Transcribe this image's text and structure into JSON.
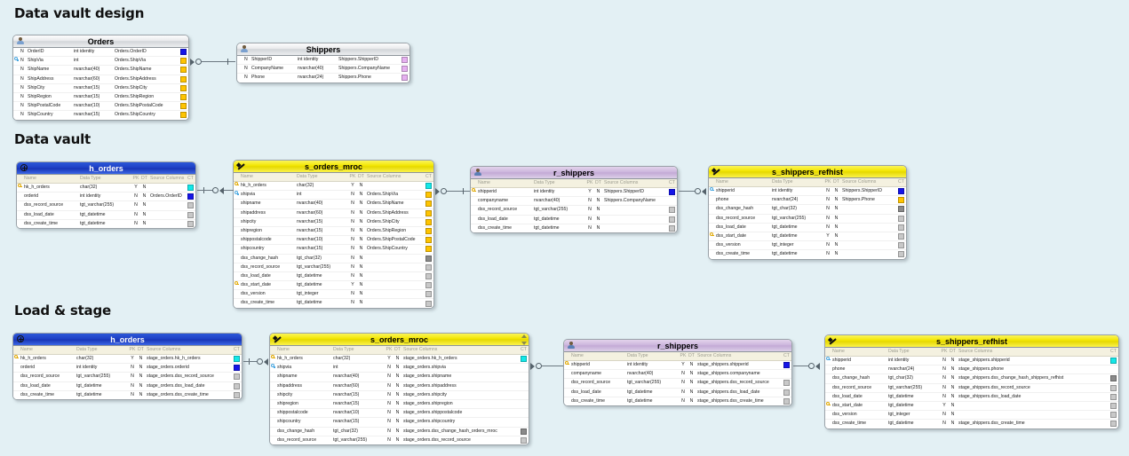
{
  "background_color": "#e3f0f4",
  "sections": [
    {
      "id": "design",
      "title": "Data vault design"
    },
    {
      "id": "vault",
      "title": "Data vault"
    },
    {
      "id": "stage",
      "title": "Load & stage"
    }
  ],
  "column_headers": {
    "name": "Name",
    "data_type": "Data Type",
    "pk": "PK",
    "dt": "DT",
    "source_columns": "Source Columns",
    "ct": "CT"
  },
  "colors": {
    "hub": "#1f3fc4",
    "satellite": "#f2e500",
    "link": "#c3a9d6",
    "source": "#d2d5d9",
    "blue_swatch": "#1414e8",
    "yellow_swatch": "#ffc400",
    "cyan_swatch": "#13e8e8",
    "grey_swatch": "#c8c8c8",
    "violet_swatch": "#e6b0f0"
  },
  "entities": [
    {
      "key": "orders_src",
      "title": "Orders",
      "icon": "source-table-icon",
      "header_style": "grey",
      "show_column_headers": false,
      "rows": [
        {
          "key": "",
          "n": "N",
          "name": "OrderID",
          "type": "int identity",
          "pk": "",
          "dt": "",
          "src": "Orders.OrderID",
          "ct": "blue"
        },
        {
          "key": "blue",
          "n": "N",
          "name": "ShipVia",
          "type": "int",
          "pk": "",
          "dt": "",
          "src": "Orders.ShipVia",
          "ct": "yellow"
        },
        {
          "key": "",
          "n": "N",
          "name": "ShipName",
          "type": "nvarchar(40)",
          "pk": "",
          "dt": "",
          "src": "Orders.ShipName",
          "ct": "yellow"
        },
        {
          "key": "",
          "n": "N",
          "name": "ShipAddress",
          "type": "nvarchar(60)",
          "pk": "",
          "dt": "",
          "src": "Orders.ShipAddress",
          "ct": "yellow"
        },
        {
          "key": "",
          "n": "N",
          "name": "ShipCity",
          "type": "nvarchar(15)",
          "pk": "",
          "dt": "",
          "src": "Orders.ShipCity",
          "ct": "yellow"
        },
        {
          "key": "",
          "n": "N",
          "name": "ShipRegion",
          "type": "nvarchar(15)",
          "pk": "",
          "dt": "",
          "src": "Orders.ShipRegion",
          "ct": "yellow"
        },
        {
          "key": "",
          "n": "N",
          "name": "ShipPostalCode",
          "type": "nvarchar(10)",
          "pk": "",
          "dt": "",
          "src": "Orders.ShipPostalCode",
          "ct": "yellow"
        },
        {
          "key": "",
          "n": "N",
          "name": "ShipCountry",
          "type": "nvarchar(15)",
          "pk": "",
          "dt": "",
          "src": "Orders.ShipCountry",
          "ct": "yellow"
        }
      ]
    },
    {
      "key": "shippers_src",
      "title": "Shippers",
      "icon": "source-table-icon",
      "header_style": "grey",
      "show_column_headers": false,
      "rows": [
        {
          "key": "",
          "n": "N",
          "name": "ShipperID",
          "type": "int identity",
          "pk": "",
          "dt": "",
          "src": "Shippers.ShipperID",
          "ct": "violet"
        },
        {
          "key": "",
          "n": "N",
          "name": "CompanyName",
          "type": "nvarchar(40)",
          "pk": "",
          "dt": "",
          "src": "Shippers.CompanyName",
          "ct": "violet"
        },
        {
          "key": "",
          "n": "N",
          "name": "Phone",
          "type": "nvarchar(24)",
          "pk": "",
          "dt": "",
          "src": "Shippers.Phone",
          "ct": "violet"
        }
      ]
    },
    {
      "key": "h_orders_vault",
      "title": "h_orders",
      "icon": "hub-icon",
      "header_style": "blue",
      "show_column_headers": true,
      "rows": [
        {
          "key": "gold",
          "name": "hk_h_orders",
          "type": "char(32)",
          "pk": "Y",
          "dt": "N",
          "src": "",
          "ct": "cyan"
        },
        {
          "key": "",
          "name": "orderid",
          "type": "int identity",
          "pk": "N",
          "dt": "N",
          "src": "Orders.OrderID",
          "ct": "blue"
        },
        {
          "key": "",
          "name": "dss_record_source",
          "type": "tgt_varchar(255)",
          "pk": "N",
          "dt": "N",
          "src": "",
          "ct": "grey"
        },
        {
          "key": "",
          "name": "dss_load_date",
          "type": "tgt_datetime",
          "pk": "N",
          "dt": "N",
          "src": "",
          "ct": "grey"
        },
        {
          "key": "",
          "name": "dss_create_time",
          "type": "tgt_datetime",
          "pk": "N",
          "dt": "N",
          "src": "",
          "ct": "grey"
        }
      ]
    },
    {
      "key": "s_orders_mroc_vault",
      "title": "s_orders_mroc",
      "icon": "satellite-icon",
      "header_style": "yellow",
      "show_column_headers": true,
      "rows": [
        {
          "key": "gold",
          "name": "hk_h_orders",
          "type": "char(32)",
          "pk": "Y",
          "dt": "N",
          "src": "",
          "ct": "cyan"
        },
        {
          "key": "blue",
          "name": "shipvia",
          "type": "int",
          "pk": "N",
          "dt": "N",
          "src": "Orders.ShipVia",
          "ct": "yellow"
        },
        {
          "key": "",
          "name": "shipname",
          "type": "nvarchar(40)",
          "pk": "N",
          "dt": "N",
          "src": "Orders.ShipName",
          "ct": "yellow"
        },
        {
          "key": "",
          "name": "shipaddress",
          "type": "nvarchar(60)",
          "pk": "N",
          "dt": "N",
          "src": "Orders.ShipAddress",
          "ct": "yellow"
        },
        {
          "key": "",
          "name": "shipcity",
          "type": "nvarchar(15)",
          "pk": "N",
          "dt": "N",
          "src": "Orders.ShipCity",
          "ct": "yellow"
        },
        {
          "key": "",
          "name": "shipregion",
          "type": "nvarchar(15)",
          "pk": "N",
          "dt": "N",
          "src": "Orders.ShipRegion",
          "ct": "yellow"
        },
        {
          "key": "",
          "name": "shippostalcode",
          "type": "nvarchar(10)",
          "pk": "N",
          "dt": "N",
          "src": "Orders.ShipPostalCode",
          "ct": "yellow"
        },
        {
          "key": "",
          "name": "shipcountry",
          "type": "nvarchar(15)",
          "pk": "N",
          "dt": "N",
          "src": "Orders.ShipCountry",
          "ct": "yellow"
        },
        {
          "key": "",
          "name": "dss_change_hash",
          "type": "tgt_char(32)",
          "pk": "N",
          "dt": "N",
          "src": "",
          "ct": "dgrey"
        },
        {
          "key": "",
          "name": "dss_record_source",
          "type": "tgt_varchar(255)",
          "pk": "N",
          "dt": "N",
          "src": "",
          "ct": "grey"
        },
        {
          "key": "",
          "name": "dss_load_date",
          "type": "tgt_datetime",
          "pk": "N",
          "dt": "N",
          "src": "",
          "ct": "grey"
        },
        {
          "key": "gold",
          "name": "dss_start_date",
          "type": "tgt_datetime",
          "pk": "Y",
          "dt": "N",
          "src": "",
          "ct": "grey"
        },
        {
          "key": "",
          "name": "dss_version",
          "type": "tgt_integer",
          "pk": "N",
          "dt": "N",
          "src": "",
          "ct": "grey"
        },
        {
          "key": "",
          "name": "dss_create_time",
          "type": "tgt_datetime",
          "pk": "N",
          "dt": "N",
          "src": "",
          "ct": "grey"
        }
      ]
    },
    {
      "key": "r_shippers_vault",
      "title": "r_shippers",
      "icon": "reference-icon",
      "header_style": "purple",
      "show_column_headers": true,
      "rows": [
        {
          "key": "gold",
          "name": "shipperid",
          "type": "int identity",
          "pk": "Y",
          "dt": "N",
          "src": "Shippers.ShipperID",
          "ct": "blue"
        },
        {
          "key": "",
          "name": "companyname",
          "type": "nvarchar(40)",
          "pk": "N",
          "dt": "N",
          "src": "Shippers.CompanyName",
          "ct": "none"
        },
        {
          "key": "",
          "name": "dss_record_source",
          "type": "tgt_varchar(255)",
          "pk": "N",
          "dt": "N",
          "src": "",
          "ct": "grey"
        },
        {
          "key": "",
          "name": "dss_load_date",
          "type": "tgt_datetime",
          "pk": "N",
          "dt": "N",
          "src": "",
          "ct": "grey"
        },
        {
          "key": "",
          "name": "dss_create_time",
          "type": "tgt_datetime",
          "pk": "N",
          "dt": "N",
          "src": "",
          "ct": "grey"
        }
      ]
    },
    {
      "key": "s_shippers_refhist_vault",
      "title": "s_shippers_refhist",
      "icon": "satellite-icon",
      "header_style": "yellow",
      "show_column_headers": true,
      "rows": [
        {
          "key": "blue",
          "name": "shipperid",
          "type": "int identity",
          "pk": "N",
          "dt": "N",
          "src": "Shippers.ShipperID",
          "ct": "blue"
        },
        {
          "key": "",
          "name": "phone",
          "type": "nvarchar(24)",
          "pk": "N",
          "dt": "N",
          "src": "Shippers.Phone",
          "ct": "yellow"
        },
        {
          "key": "",
          "name": "dss_change_hash",
          "type": "tgt_char(32)",
          "pk": "N",
          "dt": "N",
          "src": "",
          "ct": "dgrey"
        },
        {
          "key": "",
          "name": "dss_record_source",
          "type": "tgt_varchar(255)",
          "pk": "N",
          "dt": "N",
          "src": "",
          "ct": "grey"
        },
        {
          "key": "",
          "name": "dss_load_date",
          "type": "tgt_datetime",
          "pk": "N",
          "dt": "N",
          "src": "",
          "ct": "grey"
        },
        {
          "key": "gold",
          "name": "dss_start_date",
          "type": "tgt_datetime",
          "pk": "Y",
          "dt": "N",
          "src": "",
          "ct": "grey"
        },
        {
          "key": "",
          "name": "dss_version",
          "type": "tgt_integer",
          "pk": "N",
          "dt": "N",
          "src": "",
          "ct": "grey"
        },
        {
          "key": "",
          "name": "dss_create_time",
          "type": "tgt_datetime",
          "pk": "N",
          "dt": "N",
          "src": "",
          "ct": "grey"
        }
      ]
    },
    {
      "key": "h_orders_stage",
      "title": "h_orders",
      "icon": "hub-icon",
      "header_style": "blue",
      "show_column_headers": true,
      "rows": [
        {
          "key": "gold",
          "name": "hk_h_orders",
          "type": "char(32)",
          "pk": "Y",
          "dt": "N",
          "src": "stage_orders.hk_h_orders",
          "ct": "cyan"
        },
        {
          "key": "",
          "name": "orderid",
          "type": "int identity",
          "pk": "N",
          "dt": "N",
          "src": "stage_orders.orderid",
          "ct": "blue"
        },
        {
          "key": "",
          "name": "dss_record_source",
          "type": "tgt_varchar(255)",
          "pk": "N",
          "dt": "N",
          "src": "stage_orders.dss_record_source",
          "ct": "grey"
        },
        {
          "key": "",
          "name": "dss_load_date",
          "type": "tgt_datetime",
          "pk": "N",
          "dt": "N",
          "src": "stage_orders.dss_load_date",
          "ct": "grey"
        },
        {
          "key": "",
          "name": "dss_create_time",
          "type": "tgt_datetime",
          "pk": "N",
          "dt": "N",
          "src": "stage_orders.dss_create_time",
          "ct": "grey"
        }
      ]
    },
    {
      "key": "s_orders_mroc_stage",
      "title": "s_orders_mroc",
      "icon": "satellite-icon",
      "header_style": "yellow",
      "show_column_headers": true,
      "scrollbar": true,
      "rows": [
        {
          "key": "gold",
          "name": "hk_h_orders",
          "type": "char(32)",
          "pk": "Y",
          "dt": "N",
          "src": "stage_orders.hk_h_orders",
          "ct": "cyan"
        },
        {
          "key": "blue",
          "name": "shipvia",
          "type": "int",
          "pk": "N",
          "dt": "N",
          "src": "stage_orders.shipvia",
          "ct": "none"
        },
        {
          "key": "",
          "name": "shipname",
          "type": "nvarchar(40)",
          "pk": "N",
          "dt": "N",
          "src": "stage_orders.shipname",
          "ct": "none"
        },
        {
          "key": "",
          "name": "shipaddress",
          "type": "nvarchar(60)",
          "pk": "N",
          "dt": "N",
          "src": "stage_orders.shipaddress",
          "ct": "none"
        },
        {
          "key": "",
          "name": "shipcity",
          "type": "nvarchar(15)",
          "pk": "N",
          "dt": "N",
          "src": "stage_orders.shipcity",
          "ct": "none"
        },
        {
          "key": "",
          "name": "shipregion",
          "type": "nvarchar(15)",
          "pk": "N",
          "dt": "N",
          "src": "stage_orders.shipregion",
          "ct": "none"
        },
        {
          "key": "",
          "name": "shippostalcode",
          "type": "nvarchar(10)",
          "pk": "N",
          "dt": "N",
          "src": "stage_orders.shippostalcode",
          "ct": "none"
        },
        {
          "key": "",
          "name": "shipcountry",
          "type": "nvarchar(15)",
          "pk": "N",
          "dt": "N",
          "src": "stage_orders.shipcountry",
          "ct": "none"
        },
        {
          "key": "",
          "name": "dss_change_hash",
          "type": "tgt_char(32)",
          "pk": "N",
          "dt": "N",
          "src": "stage_orders.dss_change_hash_orders_mroc",
          "ct": "dgrey"
        },
        {
          "key": "",
          "name": "dss_record_source",
          "type": "tgt_varchar(255)",
          "pk": "N",
          "dt": "N",
          "src": "stage_orders.dss_record_source",
          "ct": "grey"
        }
      ]
    },
    {
      "key": "r_shippers_stage",
      "title": "r_shippers",
      "icon": "reference-icon",
      "header_style": "purple",
      "show_column_headers": true,
      "rows": [
        {
          "key": "gold",
          "name": "shipperid",
          "type": "int identity",
          "pk": "Y",
          "dt": "N",
          "src": "stage_shippers.shipperid",
          "ct": "blue"
        },
        {
          "key": "",
          "name": "companyname",
          "type": "nvarchar(40)",
          "pk": "N",
          "dt": "N",
          "src": "stage_shippers.companyname",
          "ct": "none"
        },
        {
          "key": "",
          "name": "dss_record_source",
          "type": "tgt_varchar(255)",
          "pk": "N",
          "dt": "N",
          "src": "stage_shippers.dss_record_source",
          "ct": "grey"
        },
        {
          "key": "",
          "name": "dss_load_date",
          "type": "tgt_datetime",
          "pk": "N",
          "dt": "N",
          "src": "stage_shippers.dss_load_date",
          "ct": "grey"
        },
        {
          "key": "",
          "name": "dss_create_time",
          "type": "tgt_datetime",
          "pk": "N",
          "dt": "N",
          "src": "stage_shippers.dss_create_time",
          "ct": "grey"
        }
      ]
    },
    {
      "key": "s_shippers_refhist_stage",
      "title": "s_shippers_refhist",
      "icon": "satellite-icon",
      "header_style": "yellow",
      "show_column_headers": true,
      "rows": [
        {
          "key": "blue",
          "name": "shipperid",
          "type": "int identity",
          "pk": "N",
          "dt": "N",
          "src": "stage_shippers.shipperid",
          "ct": "cyan"
        },
        {
          "key": "",
          "name": "phone",
          "type": "nvarchar(24)",
          "pk": "N",
          "dt": "N",
          "src": "stage_shippers.phone",
          "ct": "none"
        },
        {
          "key": "",
          "name": "dss_change_hash",
          "type": "tgt_char(32)",
          "pk": "N",
          "dt": "N",
          "src": "stage_shippers.dss_change_hash_shippers_refhist",
          "ct": "dgrey"
        },
        {
          "key": "",
          "name": "dss_record_source",
          "type": "tgt_varchar(255)",
          "pk": "N",
          "dt": "N",
          "src": "stage_shippers.dss_record_source",
          "ct": "grey"
        },
        {
          "key": "",
          "name": "dss_load_date",
          "type": "tgt_datetime",
          "pk": "N",
          "dt": "N",
          "src": "stage_shippers.dss_load_date",
          "ct": "grey"
        },
        {
          "key": "gold",
          "name": "dss_start_date",
          "type": "tgt_datetime",
          "pk": "Y",
          "dt": "N",
          "src": "",
          "ct": "grey"
        },
        {
          "key": "",
          "name": "dss_version",
          "type": "tgt_integer",
          "pk": "N",
          "dt": "N",
          "src": "",
          "ct": "grey"
        },
        {
          "key": "",
          "name": "dss_create_time",
          "type": "tgt_datetime",
          "pk": "N",
          "dt": "N",
          "src": "stage_shippers.dss_create_time",
          "ct": "grey"
        }
      ]
    }
  ]
}
